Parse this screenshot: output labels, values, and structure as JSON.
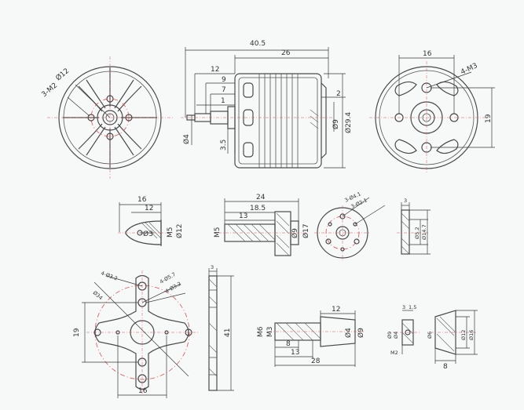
{
  "motor_front": {
    "d_holes": "Ø12",
    "screws": "3-M2"
  },
  "motor_side": {
    "overall_length": "40.5",
    "can_length": "26",
    "dim_12": "12",
    "dim_9": "9",
    "dim_7": "7",
    "dim_1": "1",
    "shaft_d": "Ø4",
    "dim_3_5": "3.5",
    "dim_2": "2",
    "shaft_d9": "Ø9",
    "can_d": "Ø29.4"
  },
  "motor_rear": {
    "width": "16",
    "screws": "4-M3",
    "height": "19"
  },
  "prop_nut": {
    "len_16": "16",
    "len_12": "12",
    "bore": "Ø3",
    "thread": "M5",
    "od": "Ø12"
  },
  "prop_adapter": {
    "len_24": "24",
    "len_18_5": "18.5",
    "len_13": "13",
    "thread": "M5",
    "d9": "Ø9",
    "d17": "Ø17"
  },
  "adapter_front": {
    "holes_a": "3-Ø4.1",
    "holes_b": "3-Ø2.1"
  },
  "washer": {
    "thk": "3",
    "d1": "Ø5.2",
    "d2": "Ø14.7"
  },
  "cross_mount": {
    "holes_1": "4-Ø3.2",
    "holes_2": "4-Ø5.7",
    "holes_3": "4-Ø3.2",
    "pcd": "Ø34",
    "h_19": "19",
    "w_16": "16"
  },
  "mount_side": {
    "thk": "3",
    "len": "41"
  },
  "shaft_part": {
    "len_12": "12",
    "thread_m6": "M6",
    "thread_m3": "M3",
    "d4": "Ø4",
    "d9": "Ø9",
    "len_8": "8",
    "len_13": "13",
    "len_28": "28"
  },
  "small_nut": {
    "dim_3": "3",
    "dim_1_5": "1.5",
    "d9": "Ø9",
    "d4": "Ø4",
    "thread": "M2"
  },
  "collet": {
    "d6": "Ø6",
    "d12": "Ø12",
    "d16": "Ø16",
    "len_8": "8"
  }
}
